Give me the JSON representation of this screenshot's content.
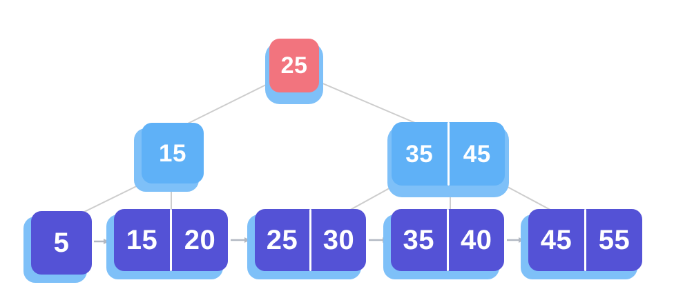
{
  "diagram": {
    "type": "b-plus-tree",
    "nodes": {
      "root": {
        "keys": [
          "25"
        ],
        "level": "root"
      },
      "internalLeft": {
        "keys": [
          "15"
        ],
        "level": "internal"
      },
      "internalRight": {
        "keys": [
          "35",
          "45"
        ],
        "level": "internal"
      },
      "leaf1": {
        "keys": [
          "5"
        ],
        "level": "leaf"
      },
      "leaf2": {
        "keys": [
          "15",
          "20"
        ],
        "level": "leaf"
      },
      "leaf3": {
        "keys": [
          "25",
          "30"
        ],
        "level": "leaf"
      },
      "leaf4": {
        "keys": [
          "35",
          "40"
        ],
        "level": "leaf"
      },
      "leaf5": {
        "keys": [
          "45",
          "55"
        ],
        "level": "leaf"
      }
    },
    "structure": {
      "root_children": [
        "internalLeft",
        "internalRight"
      ],
      "internalLeft_children": [
        "leaf1",
        "leaf2"
      ],
      "internalRight_children": [
        "leaf3",
        "leaf4",
        "leaf5"
      ],
      "leaf_chain": [
        "leaf1",
        "leaf2",
        "leaf3",
        "leaf4",
        "leaf5"
      ]
    },
    "colors": {
      "root_fill": "#F2747E",
      "internal_fill": "#5FB1F7",
      "leaf_fill": "#5452D6",
      "shadow": "#7EC0F8",
      "edge": "#CDCDCD",
      "arrow": "#B2B8C2",
      "key_text": "#FFFFFF",
      "background": "#FFFFFF"
    }
  }
}
